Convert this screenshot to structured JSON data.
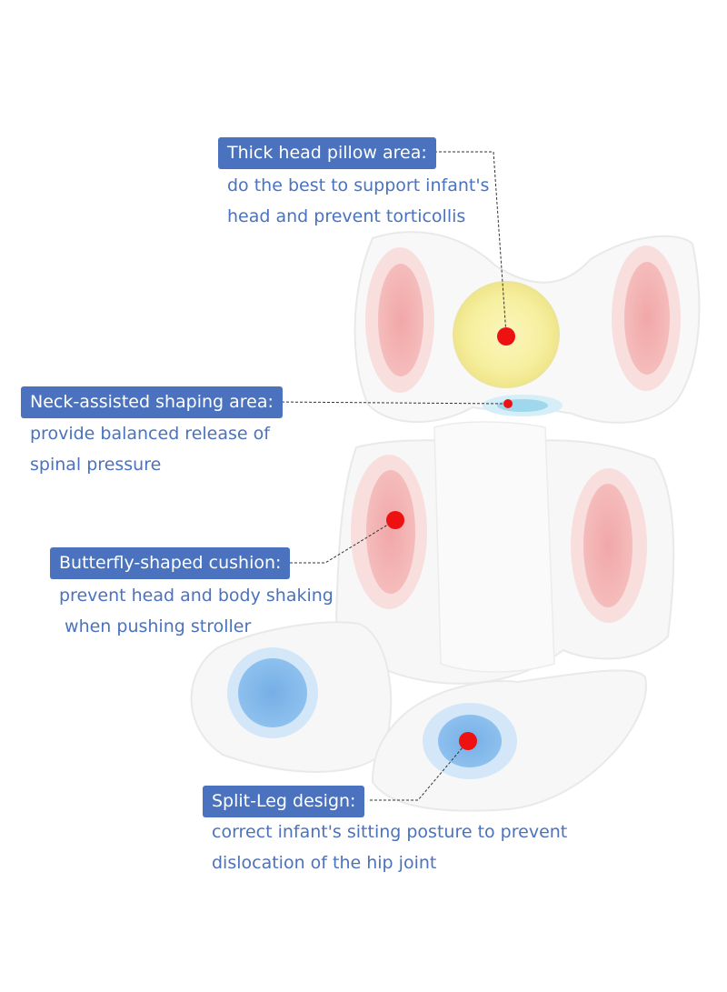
{
  "colors": {
    "label_bg": "#4a72be",
    "label_text": "#ffffff",
    "desc_text": "#4a72be",
    "marker": "#ee1111",
    "pink_pad": "#f2b3b3",
    "yellow_pad": "#f5f0a8",
    "blue_pad": "#7fb3e6",
    "cushion": "#f7f7f7"
  },
  "callouts": [
    {
      "label": "Thick head pillow area:",
      "lines": [
        "do the best to support infant's",
        "head and prevent torticollis"
      ]
    },
    {
      "label": "Neck-assisted shaping area:",
      "lines": [
        "provide balanced release of",
        "spinal pressure"
      ]
    },
    {
      "label": "Butterfly-shaped cushion:",
      "lines": [
        "prevent head and body shaking",
        " when pushing stroller"
      ]
    },
    {
      "label": "Split-Leg design:",
      "lines": [
        "correct infant's sitting posture to prevent",
        "dislocation of the hip joint"
      ]
    }
  ]
}
